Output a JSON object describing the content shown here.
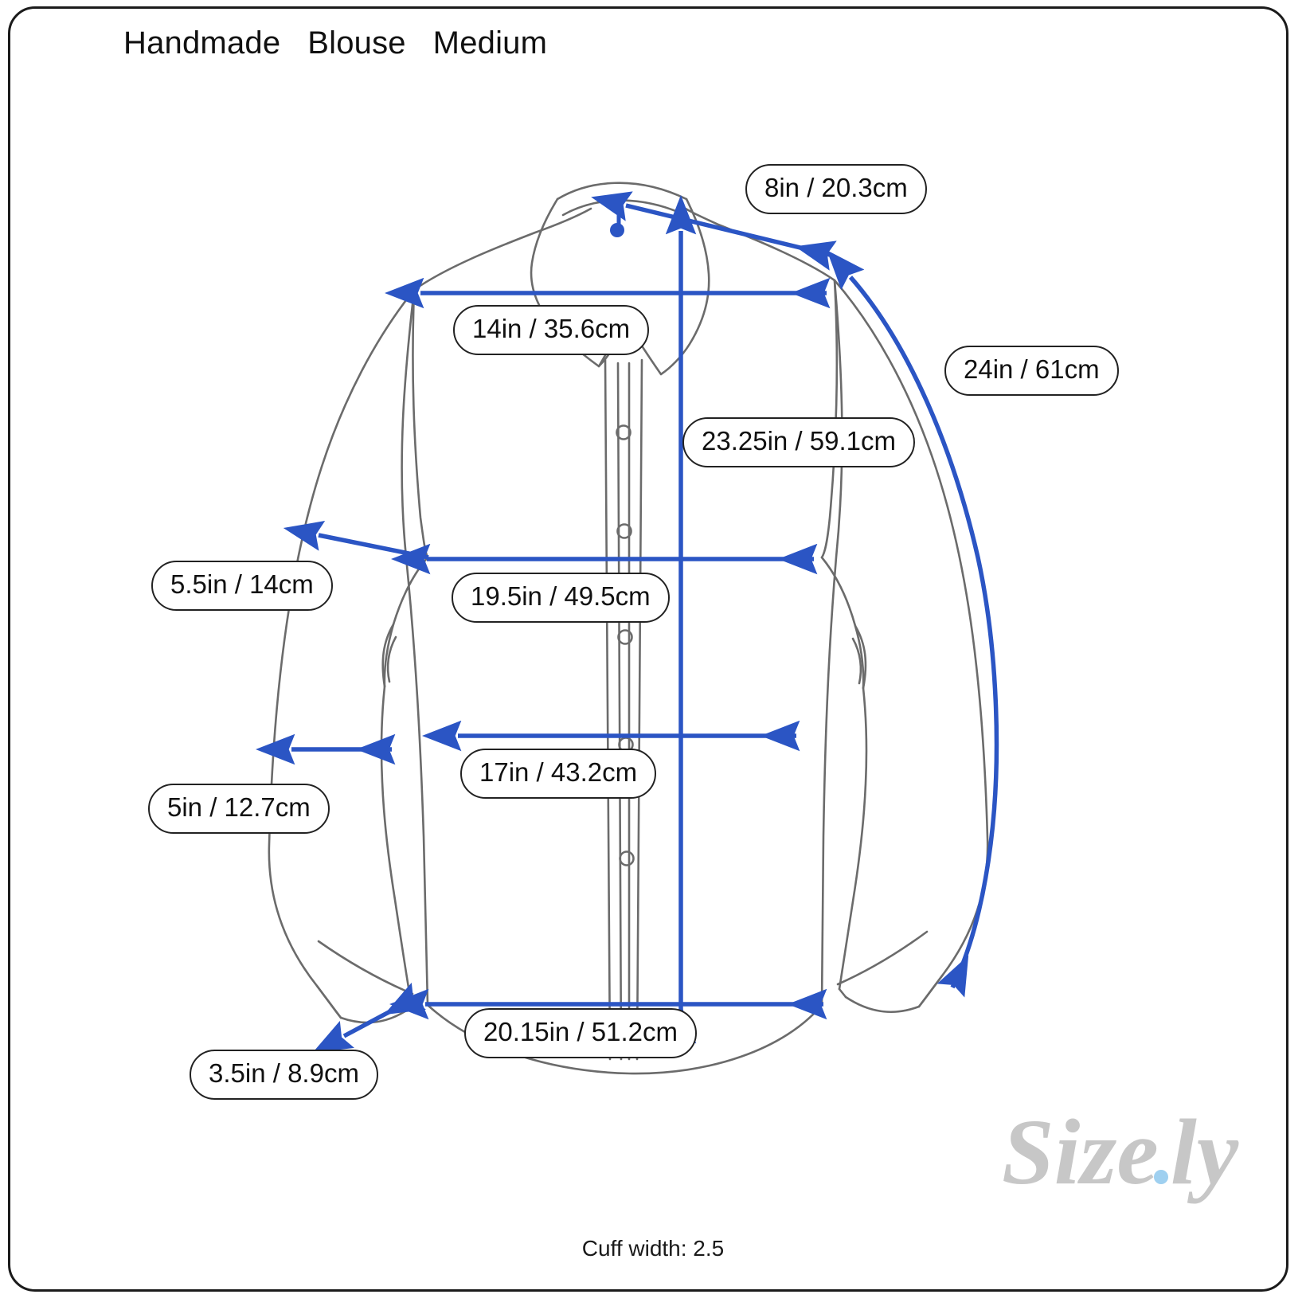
{
  "title": "Handmade   Blouse   Medium",
  "footer": {
    "note": "Cuff width: 2.5"
  },
  "brand": {
    "name": "Size.ly",
    "color": "#c7c7c7",
    "dot_color": "#9fd0f0"
  },
  "colors": {
    "arrow": "#2b55c4",
    "garment_outline": "#6b6b6b",
    "frame": "#1b1b1b",
    "label_border": "#222222",
    "text": "#111111"
  },
  "garment": {
    "type": "blouse",
    "view": "front-flat-lay"
  },
  "measurements": [
    {
      "id": "shoulder-seam",
      "name": "Shoulder seam",
      "label": "8in / 20.3cm"
    },
    {
      "id": "shoulder-width",
      "name": "Shoulder width",
      "label": "14in / 35.6cm"
    },
    {
      "id": "sleeve-length",
      "name": "Sleeve length",
      "label": "24in / 61cm"
    },
    {
      "id": "body-length",
      "name": "Body length",
      "label": "23.25in / 59.1cm"
    },
    {
      "id": "bicep-width",
      "name": "Bicep width",
      "label": "5.5in / 14cm"
    },
    {
      "id": "chest-width",
      "name": "Chest width",
      "label": "19.5in / 49.5cm"
    },
    {
      "id": "forearm-width",
      "name": "Forearm width",
      "label": "5in / 12.7cm"
    },
    {
      "id": "waist-width",
      "name": "Waist width",
      "label": "17in / 43.2cm"
    },
    {
      "id": "cuff-width",
      "name": "Cuff width",
      "label": "3.5in / 8.9cm"
    },
    {
      "id": "hem-width",
      "name": "Hem width",
      "label": "20.15in / 51.2cm"
    }
  ]
}
